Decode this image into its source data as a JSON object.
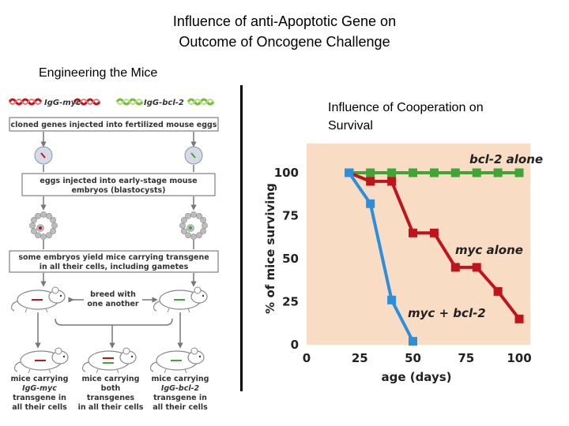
{
  "title": {
    "line1": "Influence of anti-Apoptotic Gene on",
    "line2": "Outcome of Oncogene Challenge"
  },
  "subtitle": "Engineering the Mice",
  "diagram": {
    "gene_myc": "IgG-myc",
    "gene_bcl2": "IgG-bcl-2",
    "step1": "cloned genes injected into fertilized mouse eggs",
    "step2_line1": "eggs injected into early-stage mouse",
    "step2_line2": "embryos (blastocysts)",
    "step3_line1": "some embryos yield mice carrying transgene",
    "step3_line2": "in all their cells, including gametes",
    "breed_line1": "breed with",
    "breed_line2": "one another",
    "left_caption": [
      "mice carrying",
      "IgG-myc",
      "transgene in",
      "all their cells"
    ],
    "middle_caption": [
      "mice carrying",
      "both",
      "transgenes",
      "in all their cells"
    ],
    "right_caption": [
      "mice carrying",
      "IgG-bcl-2",
      "transgene in",
      "all their cells"
    ]
  },
  "chart_title_line1": "Influence of Cooperation on",
  "chart_title_line2": "Survival",
  "chart_data": {
    "type": "line",
    "xlabel": "age (days)",
    "ylabel": "% of mice surviving",
    "xlim": [
      0,
      100
    ],
    "ylim": [
      0,
      100
    ],
    "xticks": [
      0,
      25,
      50,
      75,
      100
    ],
    "yticks": [
      0,
      25,
      50,
      75,
      100
    ],
    "grid": false,
    "background": "#f9dcc4",
    "series": [
      {
        "name": "bcl-2 alone",
        "color": "#3fa635",
        "x": [
          20,
          30,
          40,
          50,
          60,
          70,
          80,
          90,
          100
        ],
        "y": [
          100,
          100,
          100,
          100,
          100,
          100,
          100,
          100,
          100
        ]
      },
      {
        "name": "myc alone",
        "color": "#c0141c",
        "x": [
          20,
          30,
          40,
          50,
          60,
          70,
          80,
          90,
          100
        ],
        "y": [
          100,
          95,
          95,
          65,
          65,
          45,
          45,
          31,
          15
        ]
      },
      {
        "name": "myc + bcl-2",
        "color": "#2b8fdc",
        "x": [
          20,
          30,
          40,
          50
        ],
        "y": [
          100,
          82,
          26,
          2
        ]
      }
    ]
  }
}
